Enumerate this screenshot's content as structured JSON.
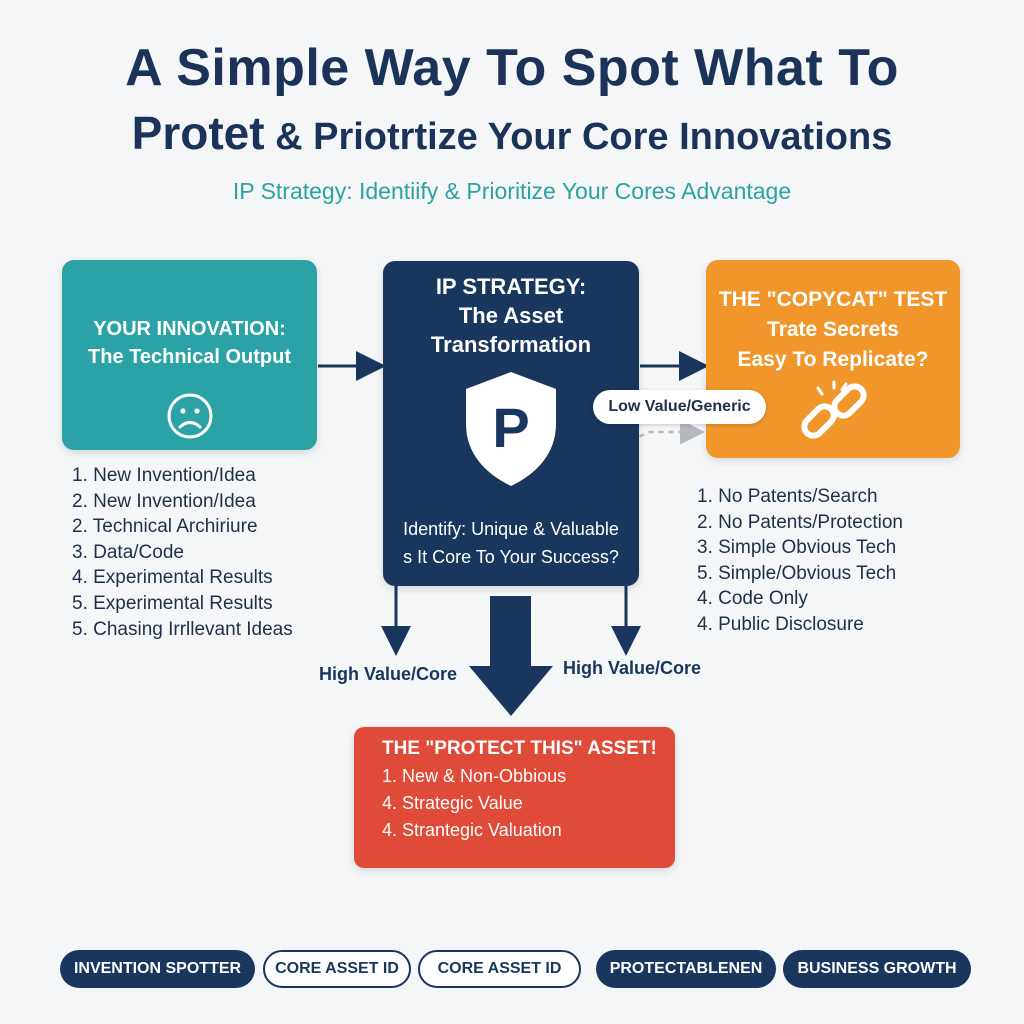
{
  "header": {
    "title_line1": "A Simple Way To Spot What To",
    "title_line2_big": "Protet",
    "title_line2_rest": "& Priotrtize Your Core Innovations",
    "subtitle": "IP Strategy: Identiify & Prioritize Your Cores Advantage"
  },
  "innovation_box": {
    "title_line1": "YOUR INNOVATION:",
    "title_line2": "The Technical Output",
    "icon": "sad-face-icon"
  },
  "innovation_list": [
    "1. New Invention/Idea",
    "2. New Invention/Idea",
    "2. Technical Archiriure",
    "3. Data/Code",
    "4. Experimental Results",
    "5. Experimental Results",
    "5. Chasing Irrllevant Ideas"
  ],
  "strategy_box": {
    "title_line1": "IP STRATEGY:",
    "title_line2": "The Asset",
    "title_line3": "Transformation",
    "icon": "shield-p-icon",
    "icon_letter": "P",
    "footer_line1": "Identify: Unique & Valuable",
    "footer_line2": "s It Core To Your Success?"
  },
  "copycat_box": {
    "title_line1": "THE \"COPYCAT\" TEST",
    "title_line2": "Trate Secrets",
    "title_line3": "Easy To Replicate?",
    "icon": "broken-link-icon"
  },
  "low_value_label": "Low Value/Generic",
  "copycat_list": [
    "1. No Patents/Search",
    "2. No Patents/Protection",
    "3. Simple Obvious Tech",
    "5. Simple/Obvious Tech",
    "4. Code Only",
    "4. Public Disclosure"
  ],
  "high_value_left": "High Value/Core",
  "high_value_right": "High Value/Core",
  "protect_box": {
    "title": "THE \"PROTECT THIS\" ASSET!",
    "items": [
      "1. New & Non-Obbious",
      "4. Strategic Value",
      "4. Strantegic Valuation"
    ]
  },
  "pills": [
    "INVENTION SPOTTER",
    "CORE ASSET ID",
    "CORE ASSET ID",
    "PROTECTABLENEN",
    "BUSINESS GROWTH"
  ],
  "colors": {
    "navy": "#18365e",
    "teal": "#2ba3a6",
    "orange": "#f0962a",
    "red": "#e04a38",
    "subtitle": "#2aa3a3"
  }
}
